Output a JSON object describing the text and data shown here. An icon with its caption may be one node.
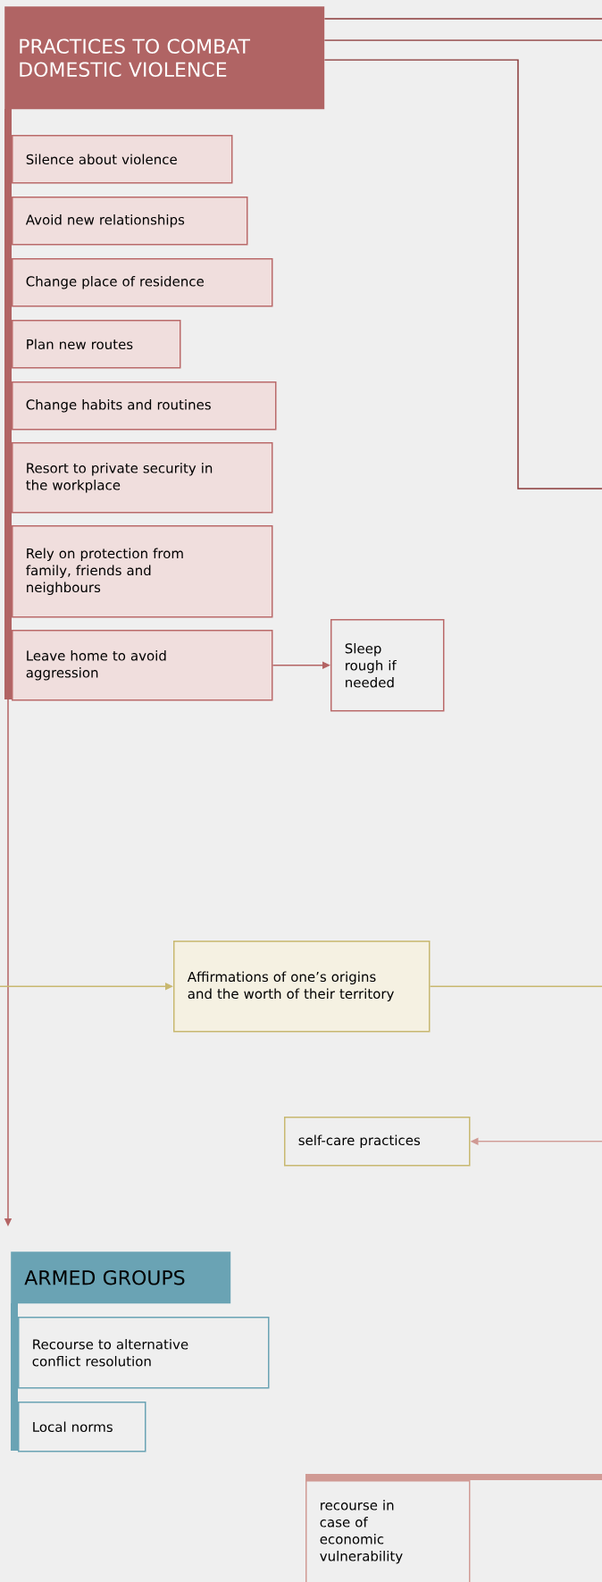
{
  "diagram": {
    "nodes": [
      {
        "text": [
          "PRACTICES TO COMBAT DOMESTIC VIOLENCE"
        ]
      },
      {
        "text": [
          "Silence about violence"
        ]
      },
      {
        "text": [
          "Avoid new relationships"
        ]
      },
      {
        "text": [
          "Change place of residence"
        ]
      },
      {
        "text": [
          "Plan new routes"
        ]
      },
      {
        "text": [
          "Change habits and routines"
        ]
      },
      {
        "text": [
          "Resort to private security in the workplace"
        ]
      },
      {
        "text": [
          "Rely on protection from family, friends and neighbours"
        ]
      },
      {
        "text": [
          "Leave home to avoid aggression"
        ]
      },
      {
        "text": [
          "Sleep rough if needed"
        ]
      },
      {
        "text": [
          "Affirmations of one’s origins and the worth of their territory"
        ]
      },
      {
        "text": [
          "self-care practices"
        ]
      },
      {
        "text": [
          "ARMED GROUPS"
        ]
      },
      {
        "text": [
          "Recourse to alternative conflict resolution"
        ]
      },
      {
        "text": [
          "Local norms"
        ]
      },
      {
        "text": [
          "recourse in case of economic vulnerability"
        ]
      }
    ],
    "edges": [
      {
        "from": 0,
        "to": null,
        "arrow": "none",
        "color": "#8b3a3a"
      },
      {
        "from": 0,
        "to": null,
        "arrow": "none",
        "color": "#8b3a3a"
      },
      {
        "from": 0,
        "to": null,
        "arrow": "none",
        "color": "#8b3a3a"
      },
      {
        "from": 0,
        "to": 12,
        "arrow": "to",
        "color": "#b46464"
      },
      {
        "from": 8,
        "to": 9,
        "arrow": "to",
        "color": "#b46464"
      },
      {
        "from": null,
        "to": 10,
        "arrow": "to",
        "color": "#c8b870"
      },
      {
        "from": 10,
        "to": null,
        "arrow": "none",
        "color": "#c8b870"
      },
      {
        "from": null,
        "to": 11,
        "arrow": "to",
        "color": "#d09a94"
      }
    ]
  }
}
